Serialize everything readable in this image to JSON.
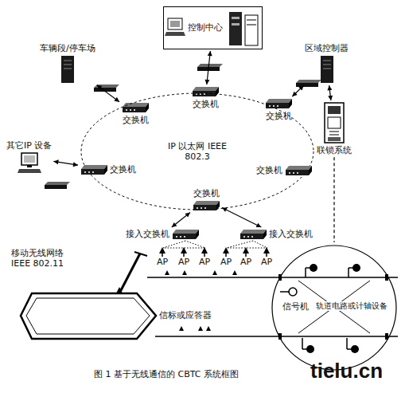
{
  "diagram": {
    "caption": "图 1 基于无线通信的 CBTC 系统框图",
    "nodes": [
      {
        "text": [
          "控制中心"
        ]
      },
      {
        "text": [
          "车辆段/停车场"
        ]
      },
      {
        "text": [
          "区域控制器"
        ]
      },
      {
        "text": [
          "交换机"
        ]
      },
      {
        "text": [
          "交换机"
        ]
      },
      {
        "text": [
          "交换机"
        ]
      },
      {
        "text": [
          "联锁系统"
        ]
      },
      {
        "text": [
          "其它IP 设备"
        ]
      },
      {
        "text": [
          "IP 以太网 IEEE 802.3"
        ]
      },
      {
        "text": [
          "交换机"
        ]
      },
      {
        "text": [
          "交换机"
        ]
      },
      {
        "text": [
          "交换机"
        ]
      },
      {
        "text": [
          "接入交换机"
        ]
      },
      {
        "text": [
          "接入交换机"
        ]
      },
      {
        "text": [
          "AP"
        ]
      },
      {
        "text": [
          "AP"
        ]
      },
      {
        "text": [
          "AP"
        ]
      },
      {
        "text": [
          "AP"
        ]
      },
      {
        "text": [
          "AP"
        ]
      },
      {
        "text": [
          "AP"
        ]
      },
      {
        "text": [
          "信号机",
          "轨道电路或计轴设备"
        ]
      }
    ],
    "edges": [
      {
        "from": 0,
        "to": 3,
        "arrow": "both"
      },
      {
        "from": 1,
        "to": 4,
        "arrow": "both"
      },
      {
        "from": 2,
        "to": 5,
        "arrow": "both"
      },
      {
        "from": 2,
        "to": 6,
        "arrow": "both"
      },
      {
        "from": 7,
        "to": 9,
        "arrow": "both"
      },
      {
        "from": 11,
        "to": 12,
        "arrow": "both"
      },
      {
        "from": 11,
        "to": 13,
        "arrow": "both"
      },
      {
        "from": 6,
        "to": 20,
        "arrow": "none"
      }
    ],
    "labels": [
      "移动无线网络 IEEE 802.11",
      "信标或应答器",
      "tielu.cn"
    ]
  }
}
